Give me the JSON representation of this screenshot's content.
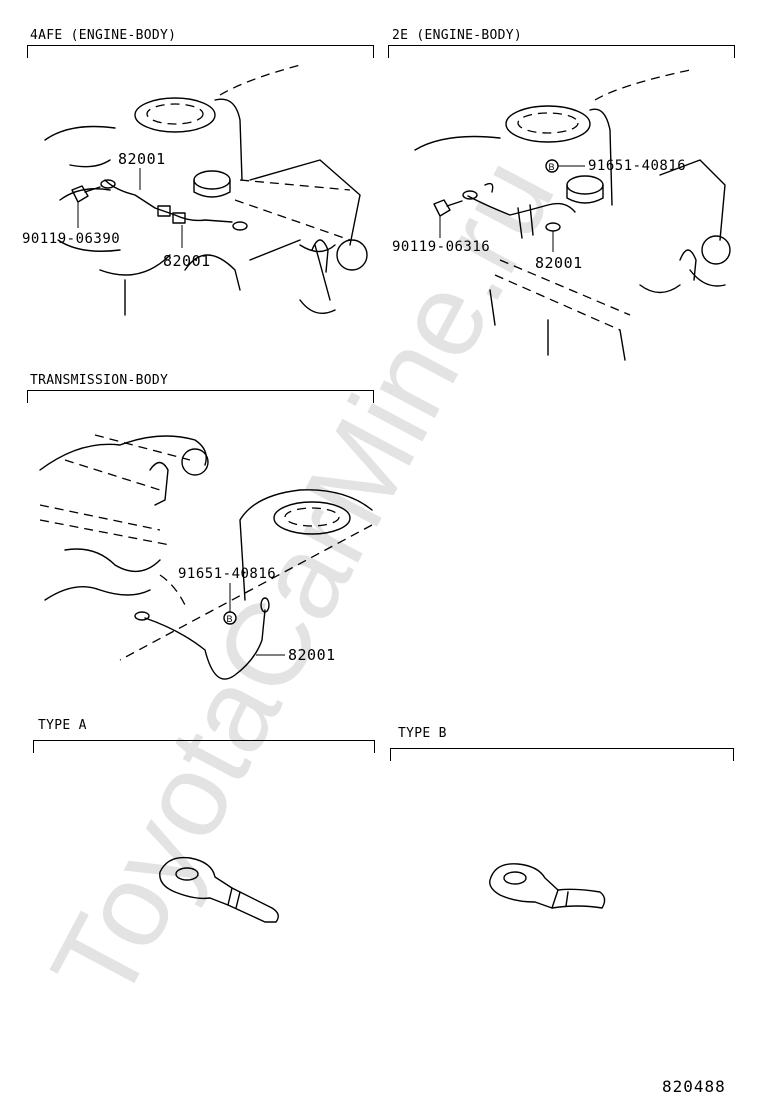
{
  "sections": {
    "engine_4afe": {
      "title": "4AFE (ENGINE-BODY)",
      "labels": {
        "strap_top": "82001",
        "bolt": "90119-06390",
        "strap_bottom": "82001"
      }
    },
    "engine_2e": {
      "title": "2E (ENGINE-BODY)",
      "labels": {
        "nut": "91651-40816",
        "bolt": "90119-06316",
        "strap": "82001"
      }
    },
    "transmission": {
      "title": "TRANSMISSION-BODY",
      "labels": {
        "nut": "91651-40816",
        "strap": "82001"
      }
    },
    "type_a": {
      "title": "TYPE A"
    },
    "type_b": {
      "title": "TYPE B"
    }
  },
  "footer": {
    "code": "820488"
  },
  "watermark": {
    "text": "ToyotaCarMine.ru",
    "color": "#e3e3e3"
  },
  "icons": [
    "bolt-icon",
    "nut-b-icon",
    "ring-terminal-icon",
    "ground-strap-icon"
  ]
}
